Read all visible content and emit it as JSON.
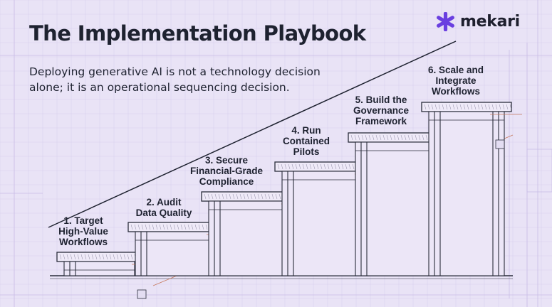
{
  "title": "The Implementation Playbook",
  "subtitle_line1": "Deploying generative AI is not a technology decision",
  "subtitle_line2": "alone; it is an operational sequencing decision.",
  "brand": {
    "name": "mekari",
    "icon": "asterisk-logo-icon",
    "color": "#6a3fe0"
  },
  "colors": {
    "background": "#e9e3f6",
    "ink": "#1e2230",
    "accent_line": "#c77a5e"
  },
  "steps": [
    {
      "number": "1.",
      "lines": [
        "1. Target",
        "High-Value",
        "Workflows"
      ]
    },
    {
      "number": "2.",
      "lines": [
        "2. Audit",
        "Data Quality"
      ]
    },
    {
      "number": "3.",
      "lines": [
        "3. Secure",
        "Financial-Grade",
        "Compliance"
      ]
    },
    {
      "number": "4.",
      "lines": [
        "4. Run",
        "Contained",
        "Pilots"
      ]
    },
    {
      "number": "5.",
      "lines": [
        "5. Build the",
        "Governance",
        "Framework"
      ]
    },
    {
      "number": "6.",
      "lines": [
        "6. Scale and",
        "Integrate",
        "Workflows"
      ]
    }
  ]
}
